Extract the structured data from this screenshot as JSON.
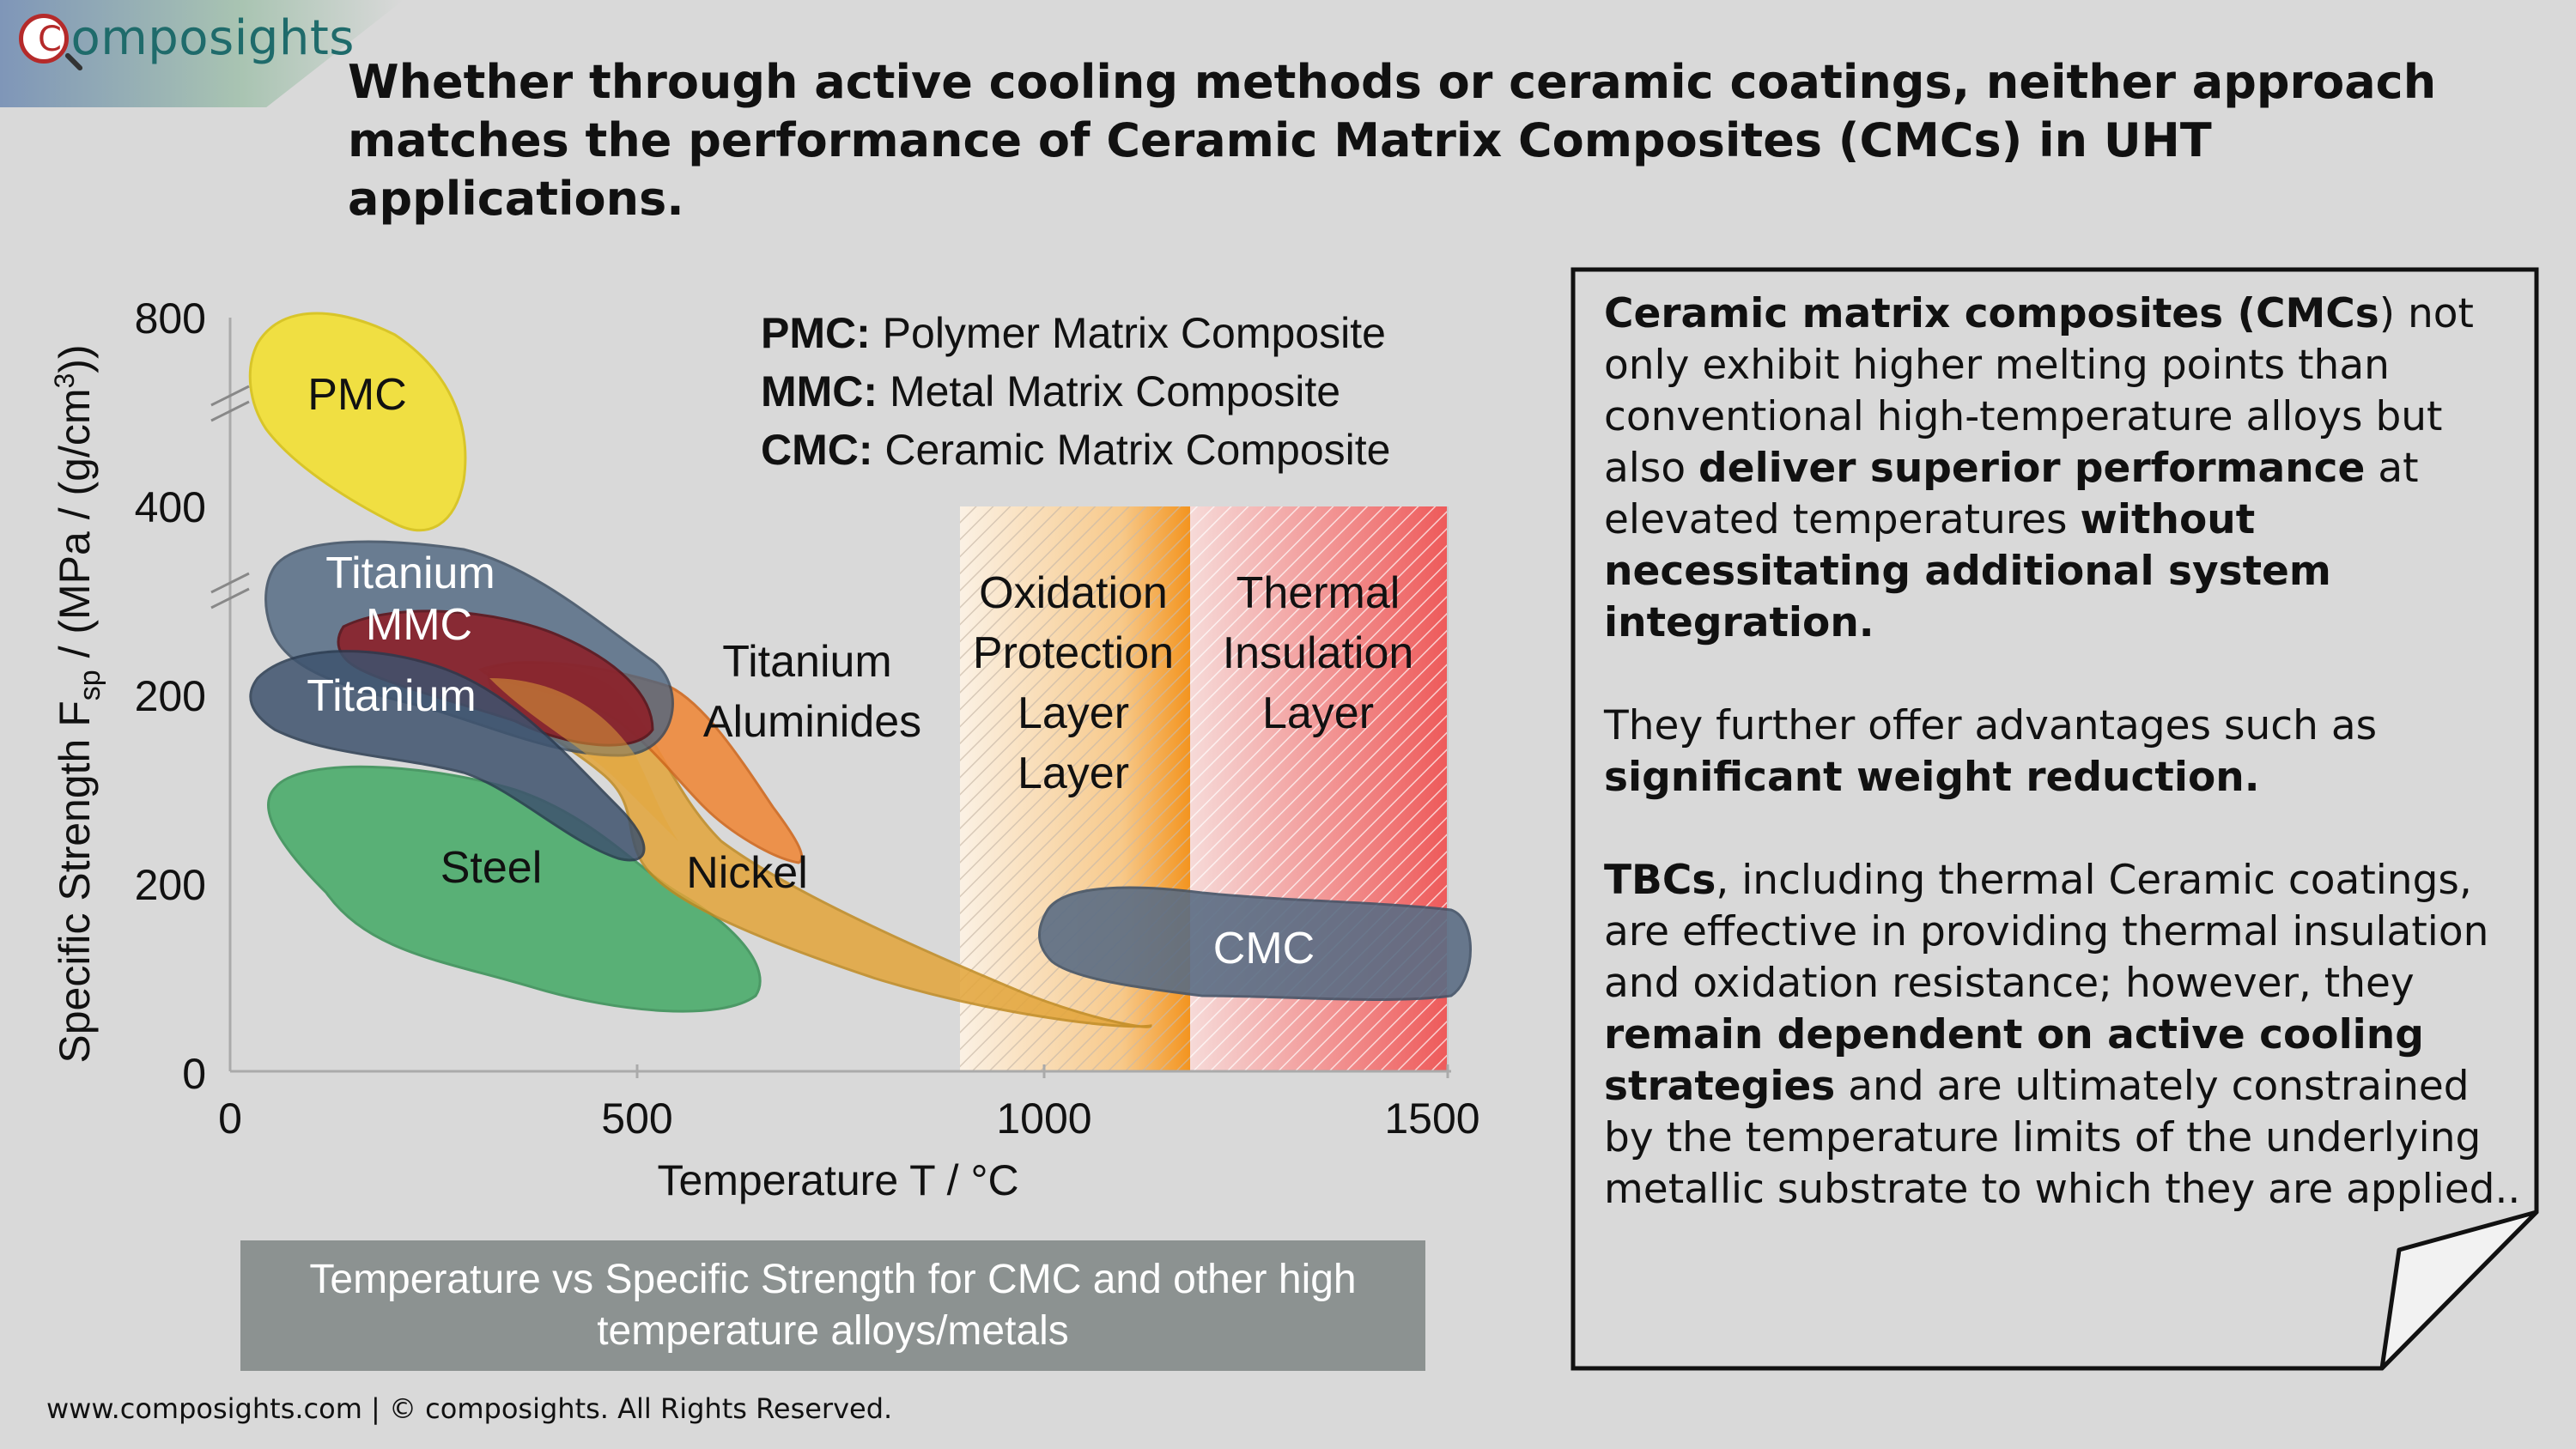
{
  "brand": {
    "name": "omposights",
    "logo_letter": "C"
  },
  "headline": "Whether through active cooling methods or ceramic coatings, neither approach matches the performance of Ceramic Matrix Composites (CMCs) in UHT applications.",
  "chart": {
    "y_axis_label": "Specific Strength F",
    "y_axis_label_sub": "sp",
    "y_axis_label_unit": " / (MPa / (g/cm",
    "y_axis_label_sup": "3",
    "y_axis_label_end": "))",
    "x_axis_label": "Temperature T / °C",
    "x_ticks": [
      "0",
      "500",
      "1000",
      "1500"
    ],
    "y_ticks": [
      "0",
      "200",
      "200",
      "400",
      "800"
    ],
    "legend": [
      {
        "abbr": "PMC:",
        "text": " Polymer Matrix Composite"
      },
      {
        "abbr": "MMC:",
        "text": " Metal Matrix Composite"
      },
      {
        "abbr": "CMC:",
        "text": " Ceramic Matrix Composite"
      }
    ],
    "materials": {
      "pmc": "PMC",
      "titanium_mmc_1": "Titanium",
      "titanium_mmc_2": "MMC",
      "titanium": "Titanium",
      "titanium_aluminides_1": "Titanium",
      "titanium_aluminides_2": "Aluminides",
      "steel": "Steel",
      "nickel": "Nickel",
      "cmc": "CMC"
    },
    "zones": {
      "oxidation": [
        "Oxidation",
        "Protection",
        "Layer",
        "Layer"
      ],
      "thermal": [
        "Thermal",
        "Insulation",
        "Layer"
      ]
    },
    "colors": {
      "pmc": "#f2e03a",
      "titanium_mmc": "#4e6580",
      "mmc_red": "#8e1c24",
      "titanium": "#3e536e",
      "aluminides": "#ef8a3c",
      "steel": "#3aa65e",
      "nickel": "#e3a53a",
      "cmc": "#5b6d84"
    }
  },
  "caption": "Temperature vs Specific Strength for CMC and other high temperature alloys/metals",
  "info": {
    "p1": [
      {
        "t": "Ceramic matrix composites (CMCs",
        "b": true
      },
      {
        "t": ") not only exhibit higher melting points than conventional high-temperature alloys but also ",
        "b": false
      },
      {
        "t": "deliver superior performance",
        "b": true
      },
      {
        "t": " at elevated temperatures ",
        "b": false
      },
      {
        "t": "without necessitating additional system integration.",
        "b": true
      }
    ],
    "p2": [
      {
        "t": "They further offer advantages such as ",
        "b": false
      },
      {
        "t": "significant weight reduction.",
        "b": true
      }
    ],
    "p3": [
      {
        "t": "TBCs",
        "b": true
      },
      {
        "t": ", including thermal Ceramic coatings, are effective in providing thermal insulation and oxidation resistance; however, they ",
        "b": false
      },
      {
        "t": "remain dependent on active cooling strategies",
        "b": true
      },
      {
        "t": " and are ultimately constrained by the temperature limits of the underlying metallic substrate to which they are applied..",
        "b": false
      }
    ]
  },
  "footer": "www.composights.com  |  © composights. All Rights Reserved."
}
